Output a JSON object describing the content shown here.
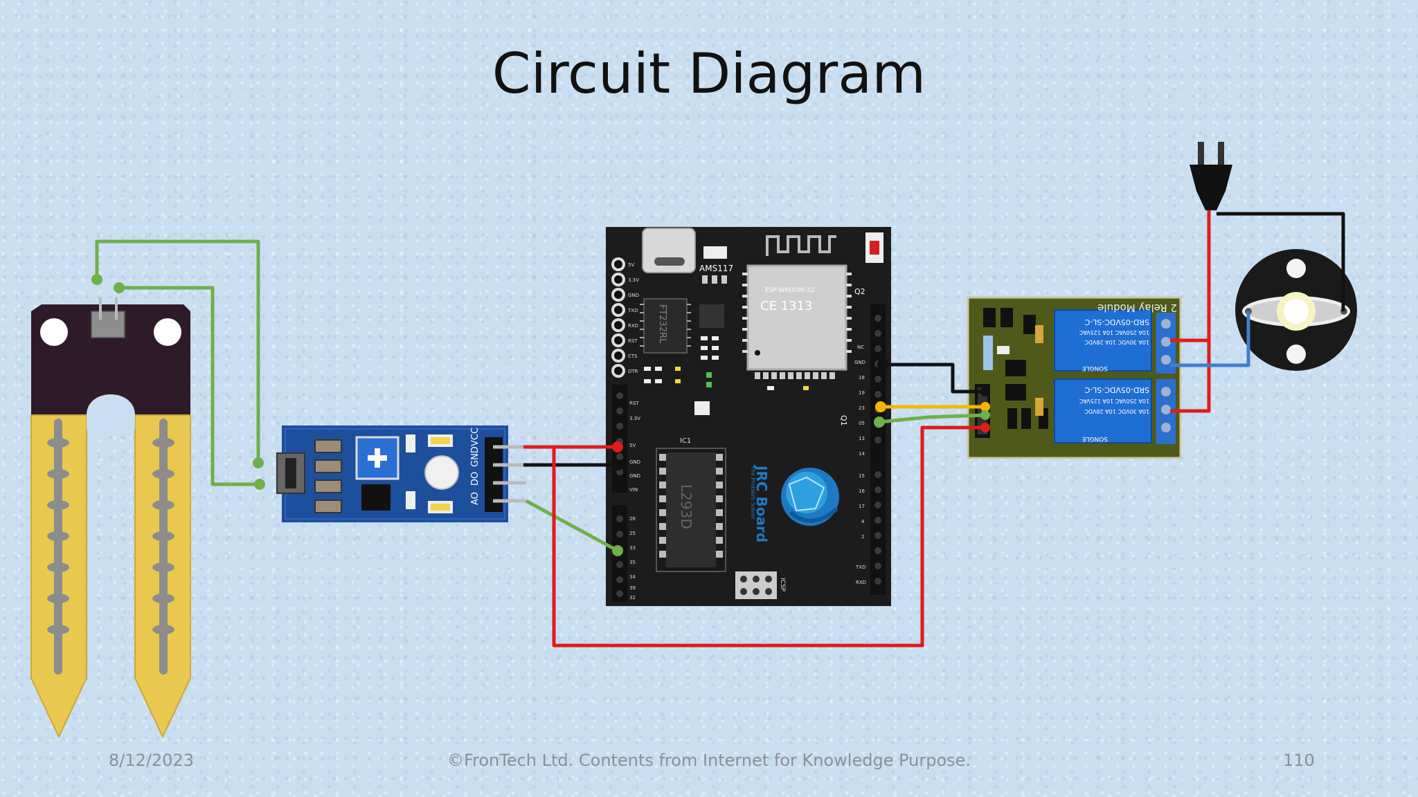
{
  "slide": {
    "title": "Circuit Diagram",
    "footer_date": "8/12/2023",
    "footer_center": "©FronTech Ltd. Contents from Internet for Knowledge Purpose.",
    "page_number": "110"
  },
  "components": {
    "soil_probe": {
      "icon": "soil-moisture-probe"
    },
    "sensor_module": {
      "pins": [
        "AO",
        "DO",
        "GND",
        "VCC"
      ]
    },
    "board": {
      "name": "JRC Board",
      "tagline": "The Problem Solver",
      "regulator": "AMS117",
      "usb_chip": "FT232RL",
      "ic_label": "IC1",
      "driver_chip": "L293D",
      "wifi_module": "ESP-WROOM-32",
      "cert": "CE 1313",
      "header_label": "ICSP",
      "q_labels": [
        "Q2",
        "Q1"
      ],
      "left_pins": [
        "5V",
        "3.3V",
        "GND",
        "TXD",
        "RXD",
        "RST",
        "CTS",
        "DTR"
      ],
      "power_pins": [
        "RST",
        "3.3V",
        "5V",
        "GND",
        "GND",
        "VIN"
      ],
      "adc_pins": [
        "26",
        "25",
        "33",
        "35",
        "34",
        "39",
        "32"
      ],
      "right_pins": [
        "NC",
        "GND",
        "18",
        "19",
        "23",
        "05",
        "13",
        "14",
        "15",
        "16",
        "17",
        "4",
        "2",
        "TXD",
        "RXD"
      ]
    },
    "relay": {
      "title": "2 Relay Module",
      "relay_model": "SRD-05VDC-SL-C",
      "brand": "SONGLE",
      "rating_lines": [
        "10A 250VAC 10A 125VAC",
        "10A 30VDC 10A 28VDC"
      ]
    },
    "plug": {
      "icon": "power-plug"
    },
    "lamp": {
      "icon": "lamp"
    }
  },
  "colors": {
    "wire_red": "#e11b1b",
    "wire_black": "#111111",
    "wire_green": "#6fb04a",
    "wire_yellow": "#f5b800",
    "wire_blue": "#3d7fd1",
    "board": "#1c1c1c",
    "sensor_pcb": "#1e4f9c",
    "relay_pcb": "#4f5a1a"
  }
}
